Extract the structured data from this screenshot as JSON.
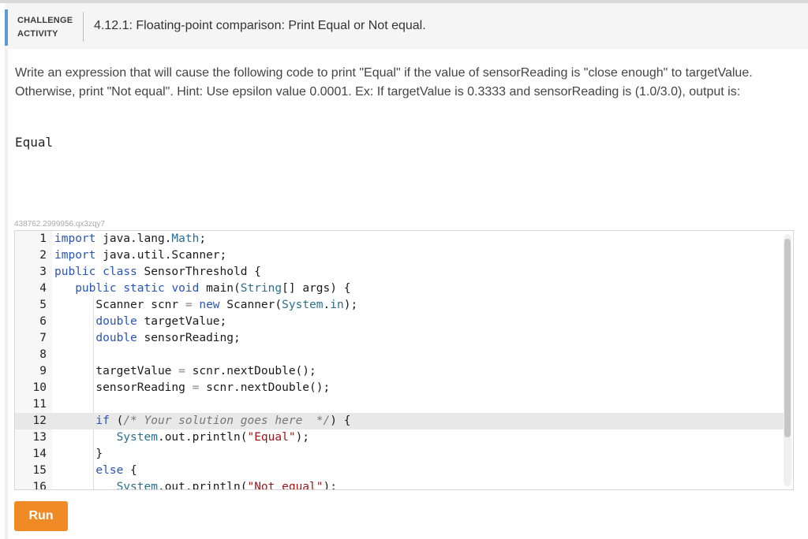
{
  "header": {
    "label_line1": "CHALLENGE",
    "label_line2": "ACTIVITY",
    "title": "4.12.1: Floating-point comparison: Print Equal or Not equal."
  },
  "instructions": "Write an expression that will cause the following code to print \"Equal\" if the value of sensorReading is \"close enough\" to targetValue. Otherwise, print \"Not equal\". Hint: Use epsilon value 0.0001. Ex: If targetValue is 0.3333 and sensorReading is (1.0/3.0), output is:",
  "expected_output": "Equal",
  "editor": {
    "id": "438762.2999956.qx3zqy7",
    "line_numbers": [
      "1",
      "2",
      "3",
      "4",
      "5",
      "6",
      "7",
      "8",
      "9",
      "10",
      "11",
      "12",
      "13",
      "14",
      "15",
      "16"
    ],
    "active_line": 12
  },
  "run_button": {
    "label": "Run"
  },
  "colors": {
    "accent": "#5b9bd5",
    "run": "#f08a24",
    "keyword": "#2a55b8",
    "string": "#a31515"
  }
}
